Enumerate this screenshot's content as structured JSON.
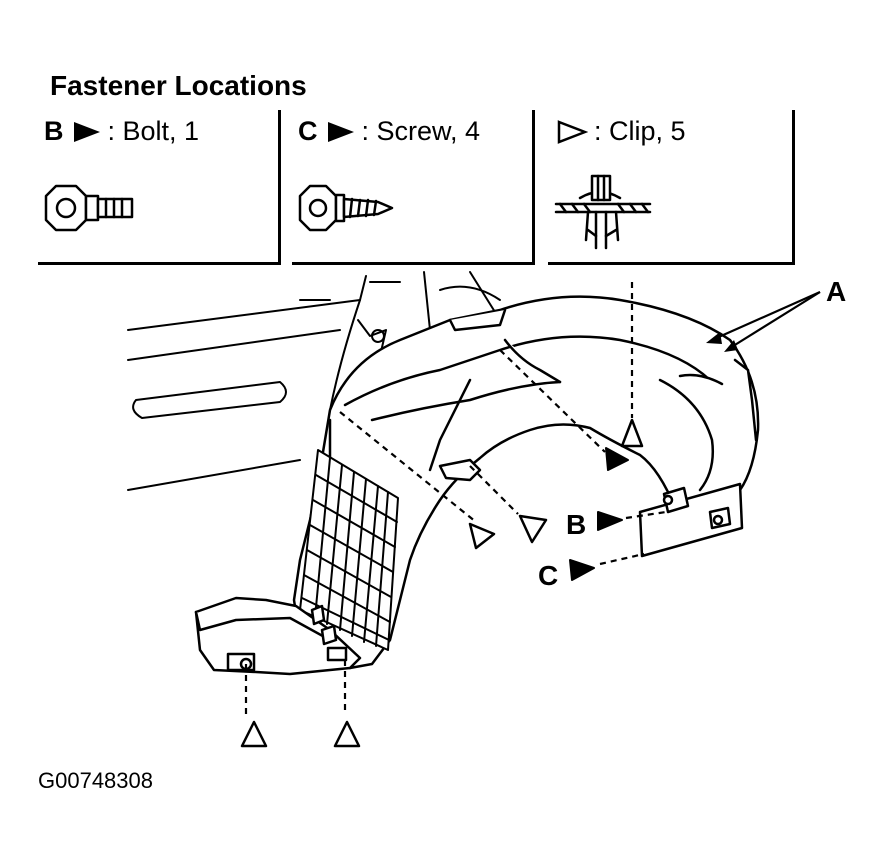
{
  "title": "Fastener Locations",
  "legend": [
    {
      "key": "B",
      "symbol": "filled-triangle-icon",
      "text": ": Bolt, 1"
    },
    {
      "key": "C",
      "symbol": "filled-triangle-icon",
      "text": ": Screw, 4"
    },
    {
      "key": "",
      "symbol": "open-triangle-icon",
      "text": ": Clip, 5"
    }
  ],
  "callouts": {
    "A": "A",
    "B": "B",
    "C": "C"
  },
  "figure_id": "G00748308"
}
